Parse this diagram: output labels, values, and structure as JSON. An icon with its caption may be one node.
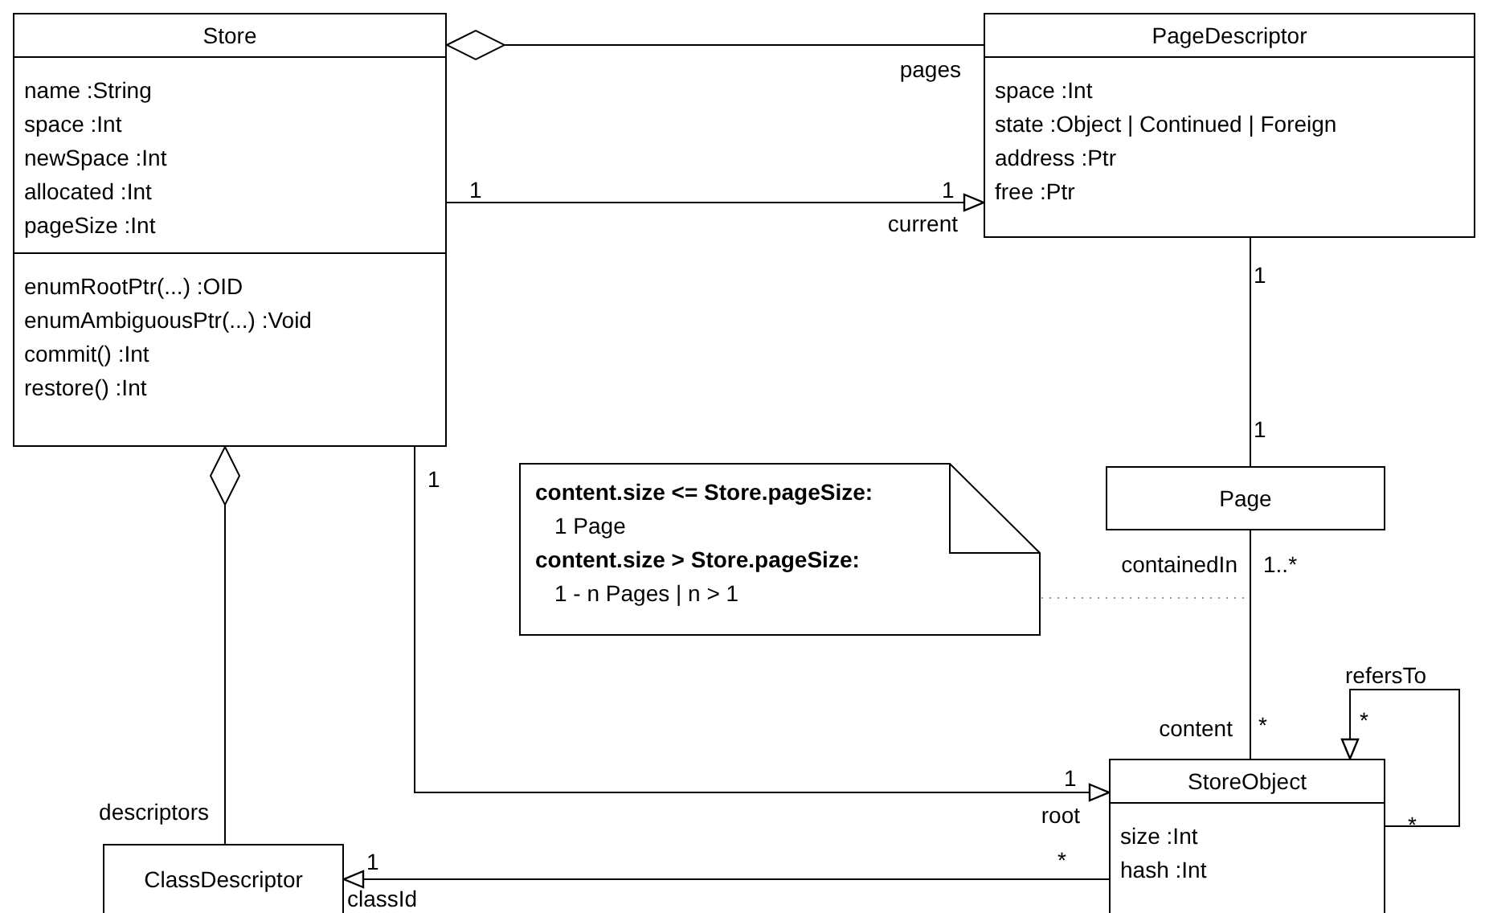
{
  "diagram": {
    "nodes": [
      {
        "text": [
          "Store",
          "name :String",
          "space :Int",
          "newSpace :Int",
          "allocated :Int",
          "pageSize :Int",
          "enumRootPtr(...) :OID",
          "enumAmbiguousPtr(...) :Void",
          "commit() :Int",
          "restore() :Int"
        ]
      },
      {
        "text": [
          "PageDescriptor",
          "space :Int",
          "state :Object | Continued | Foreign",
          "address :Ptr",
          "free :Ptr"
        ]
      },
      {
        "text": [
          "Page"
        ]
      },
      {
        "text": [
          "StoreObject",
          "size :Int",
          "hash :Int"
        ]
      },
      {
        "text": [
          "ClassDescriptor"
        ]
      },
      {
        "text": [
          "**content.size <= Store.pageSize:**",
          "1 Page",
          "**content.size > Store.pageSize:**",
          "1 - n Pages | n > 1"
        ]
      }
    ],
    "edges": [
      {
        "from": 0,
        "to": 1,
        "arrow": "other",
        "label": "pages"
      },
      {
        "from": 0,
        "to": 1,
        "arrow": "to",
        "label": "current"
      },
      {
        "from": 1,
        "to": 2,
        "arrow": "none"
      },
      {
        "from": 2,
        "to": 3,
        "arrow": "none",
        "label": "containedIn"
      },
      {
        "from": 0,
        "to": 3,
        "arrow": "to",
        "label": "root"
      },
      {
        "from": 3,
        "to": 3,
        "arrow": "to",
        "label": "refersTo"
      },
      {
        "from": 3,
        "to": 4,
        "arrow": "to",
        "label": "classId"
      },
      {
        "from": 0,
        "to": 4,
        "arrow": "other",
        "label": "descriptors"
      },
      {
        "from": 5,
        "to": null,
        "arrow": "none",
        "style": "dashed",
        "color": "#999999"
      }
    ],
    "labels": [
      "1",
      "1",
      "1",
      "1",
      "1",
      "1..*",
      "content",
      "*",
      "*",
      "1",
      "*",
      "*",
      "1"
    ]
  }
}
